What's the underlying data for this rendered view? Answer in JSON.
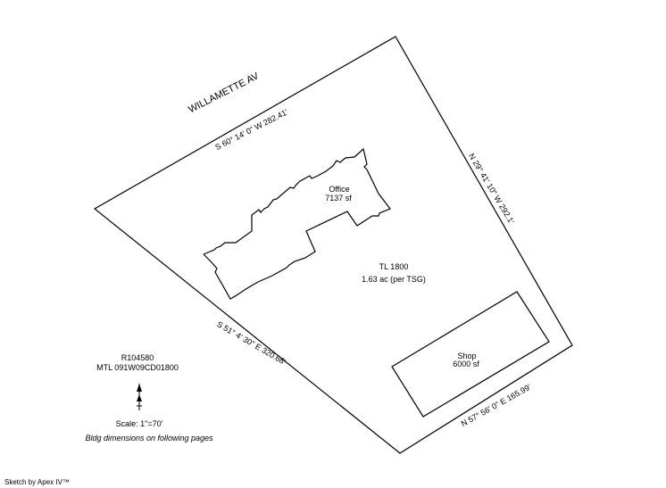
{
  "street": "WILLAMETTE AV",
  "bearings": {
    "north": "S 60° 14' 0\" W  282.41'",
    "east": "N 29° 41' 10\" W  292.1'",
    "west": "S 51° 4' 30\" E  320.68'",
    "south": "N 57° 56' 0\" E  165.99'"
  },
  "lot": {
    "name": "TL 1800",
    "area": "1.63 ac (per TSG)"
  },
  "buildings": {
    "office": {
      "name": "Office",
      "area": "7137 sf"
    },
    "shop": {
      "name": "Shop",
      "area": "6000 sf"
    }
  },
  "account": {
    "id": "R104580",
    "map_lot": "MTL  091W09CD01800"
  },
  "scale": "Scale:  1\"=70'",
  "note": "Bldg dimensions on following pages",
  "footer": "Sketch by Apex IV™"
}
